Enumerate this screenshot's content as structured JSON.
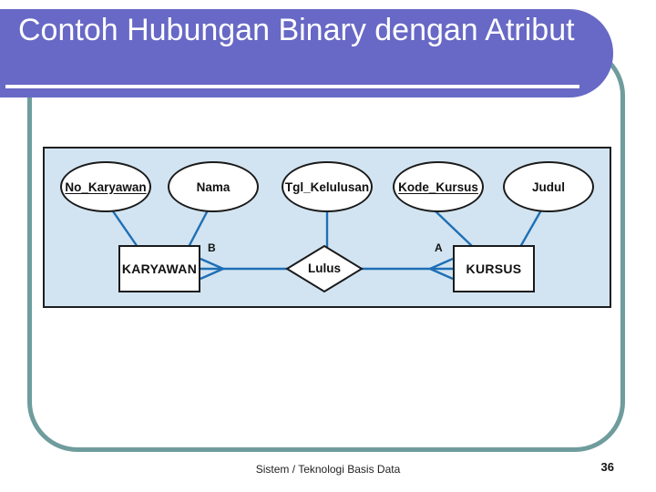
{
  "slide": {
    "title": "Contoh Hubungan Binary dengan Atribut",
    "footer": "Sistem / Teknologi Basis Data",
    "page_number": "36"
  },
  "colors": {
    "title_bar": "#6868c6",
    "frame_border": "#6f9c9c",
    "diagram_background": "#d2e4f1",
    "connector_blue": "#1e6fb5"
  },
  "diagram": {
    "type": "entity-relationship",
    "attributes": [
      {
        "label": "No_Karyawan",
        "primary_key": true,
        "attached_to": "KARYAWAN"
      },
      {
        "label": "Nama",
        "primary_key": false,
        "attached_to": "KARYAWAN"
      },
      {
        "label": "Tgl_Kelulusan",
        "primary_key": false,
        "attached_to": "Lulus"
      },
      {
        "label": "Kode_Kursus",
        "primary_key": true,
        "attached_to": "KURSUS"
      },
      {
        "label": "Judul",
        "primary_key": false,
        "attached_to": "KURSUS"
      }
    ],
    "entities": [
      {
        "label": "KARYAWAN",
        "connection_point_label": "B",
        "cardinality_notation": "crow-foot-many"
      },
      {
        "label": "KURSUS",
        "connection_point_label": "A",
        "cardinality_notation": "crow-foot-many"
      }
    ],
    "relationship": {
      "label": "Lulus",
      "between": "KARYAWAN — KURSUS"
    }
  }
}
